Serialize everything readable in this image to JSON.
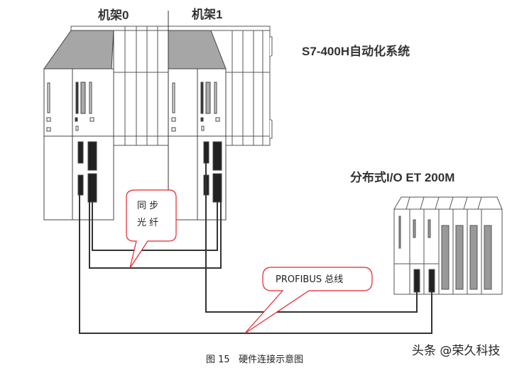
{
  "labels": {
    "rack0": "机架0",
    "rack1": "机架1",
    "system": "S7-400H自动化系统",
    "et200m": "分布式I/O ET 200M"
  },
  "callouts": {
    "sync_line1": "同 步",
    "sync_line2": "光 纤",
    "profibus": "PROFIBUS 总线"
  },
  "caption": "图 15   硬件连接示意图",
  "watermark": "头条 @荣久科技",
  "colors": {
    "callout_border": "#e8242b",
    "module_top": "#a6a6a6",
    "line": "#333333"
  }
}
